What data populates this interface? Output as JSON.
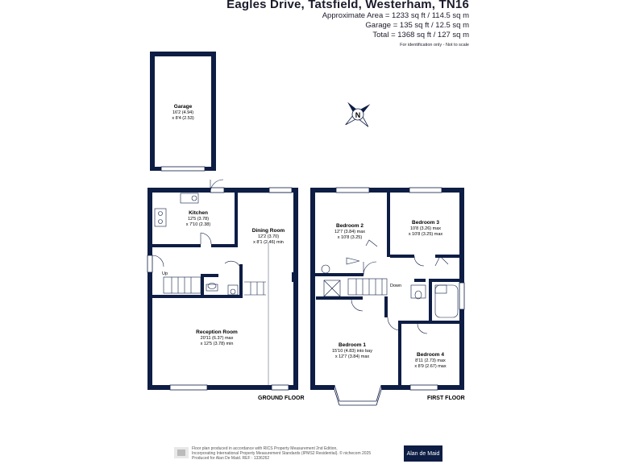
{
  "header": {
    "title": "Eagles Drive, Tatsfield, Westerham, TN16",
    "area_line1": "Approximate Area = 1233 sq ft / 114.5 sq m",
    "area_line2": "Garage = 135 sq ft / 12.5 sq m",
    "area_line3": "Total = 1368 sq ft / 127 sq m",
    "note": "For identification only - Not to scale"
  },
  "compass": {
    "label": "N"
  },
  "rooms": {
    "garage": {
      "name": "Garage",
      "dim1": "16'2 (4.94)",
      "dim2": "x 8'4 (2.53)"
    },
    "kitchen": {
      "name": "Kitchen",
      "dim1": "12'5 (3.78)",
      "dim2": "x 7'10 (2.38)"
    },
    "dining": {
      "name": "Dining Room",
      "dim1": "12'2 (3.70)",
      "dim2": "x 8'1 (2.46) min"
    },
    "reception": {
      "name": "Reception Room",
      "dim1": "20'11 (6.37) max",
      "dim2": "x 12'5 (3.78) min"
    },
    "bedroom2": {
      "name": "Bedroom 2",
      "dim1": "12'7 (3.84) max",
      "dim2": "x 10'8 (3.25)"
    },
    "bedroom3": {
      "name": "Bedroom 3",
      "dim1": "10'8 (3.26) max",
      "dim2": "x 10'8 (3.25) max"
    },
    "bedroom1": {
      "name": "Bedroom 1",
      "dim1": "15'10 (4.83) into bay",
      "dim2": "x 12'7 (3.84) max"
    },
    "bedroom4": {
      "name": "Bedroom 4",
      "dim1": "8'11 (2.73) max",
      "dim2": "x 8'9 (2.67) max"
    }
  },
  "stairs": {
    "up": "Up",
    "down": "Down"
  },
  "floors": {
    "ground": "GROUND FLOOR",
    "first": "FIRST FLOOR"
  },
  "footer": {
    "line1": "Floor plan produced in accordance with RICS Property Measurement 2nd Edition,",
    "line2": "Incorporating International Property Measurement Standards (IPMS2 Residential). © nichecom 2025",
    "line3": "Produced for Alan De Maid.  REF : 1336262",
    "brand": "Alan de Maid"
  },
  "colors": {
    "wall": "#0e1d44",
    "text": "#1b1b2b"
  }
}
